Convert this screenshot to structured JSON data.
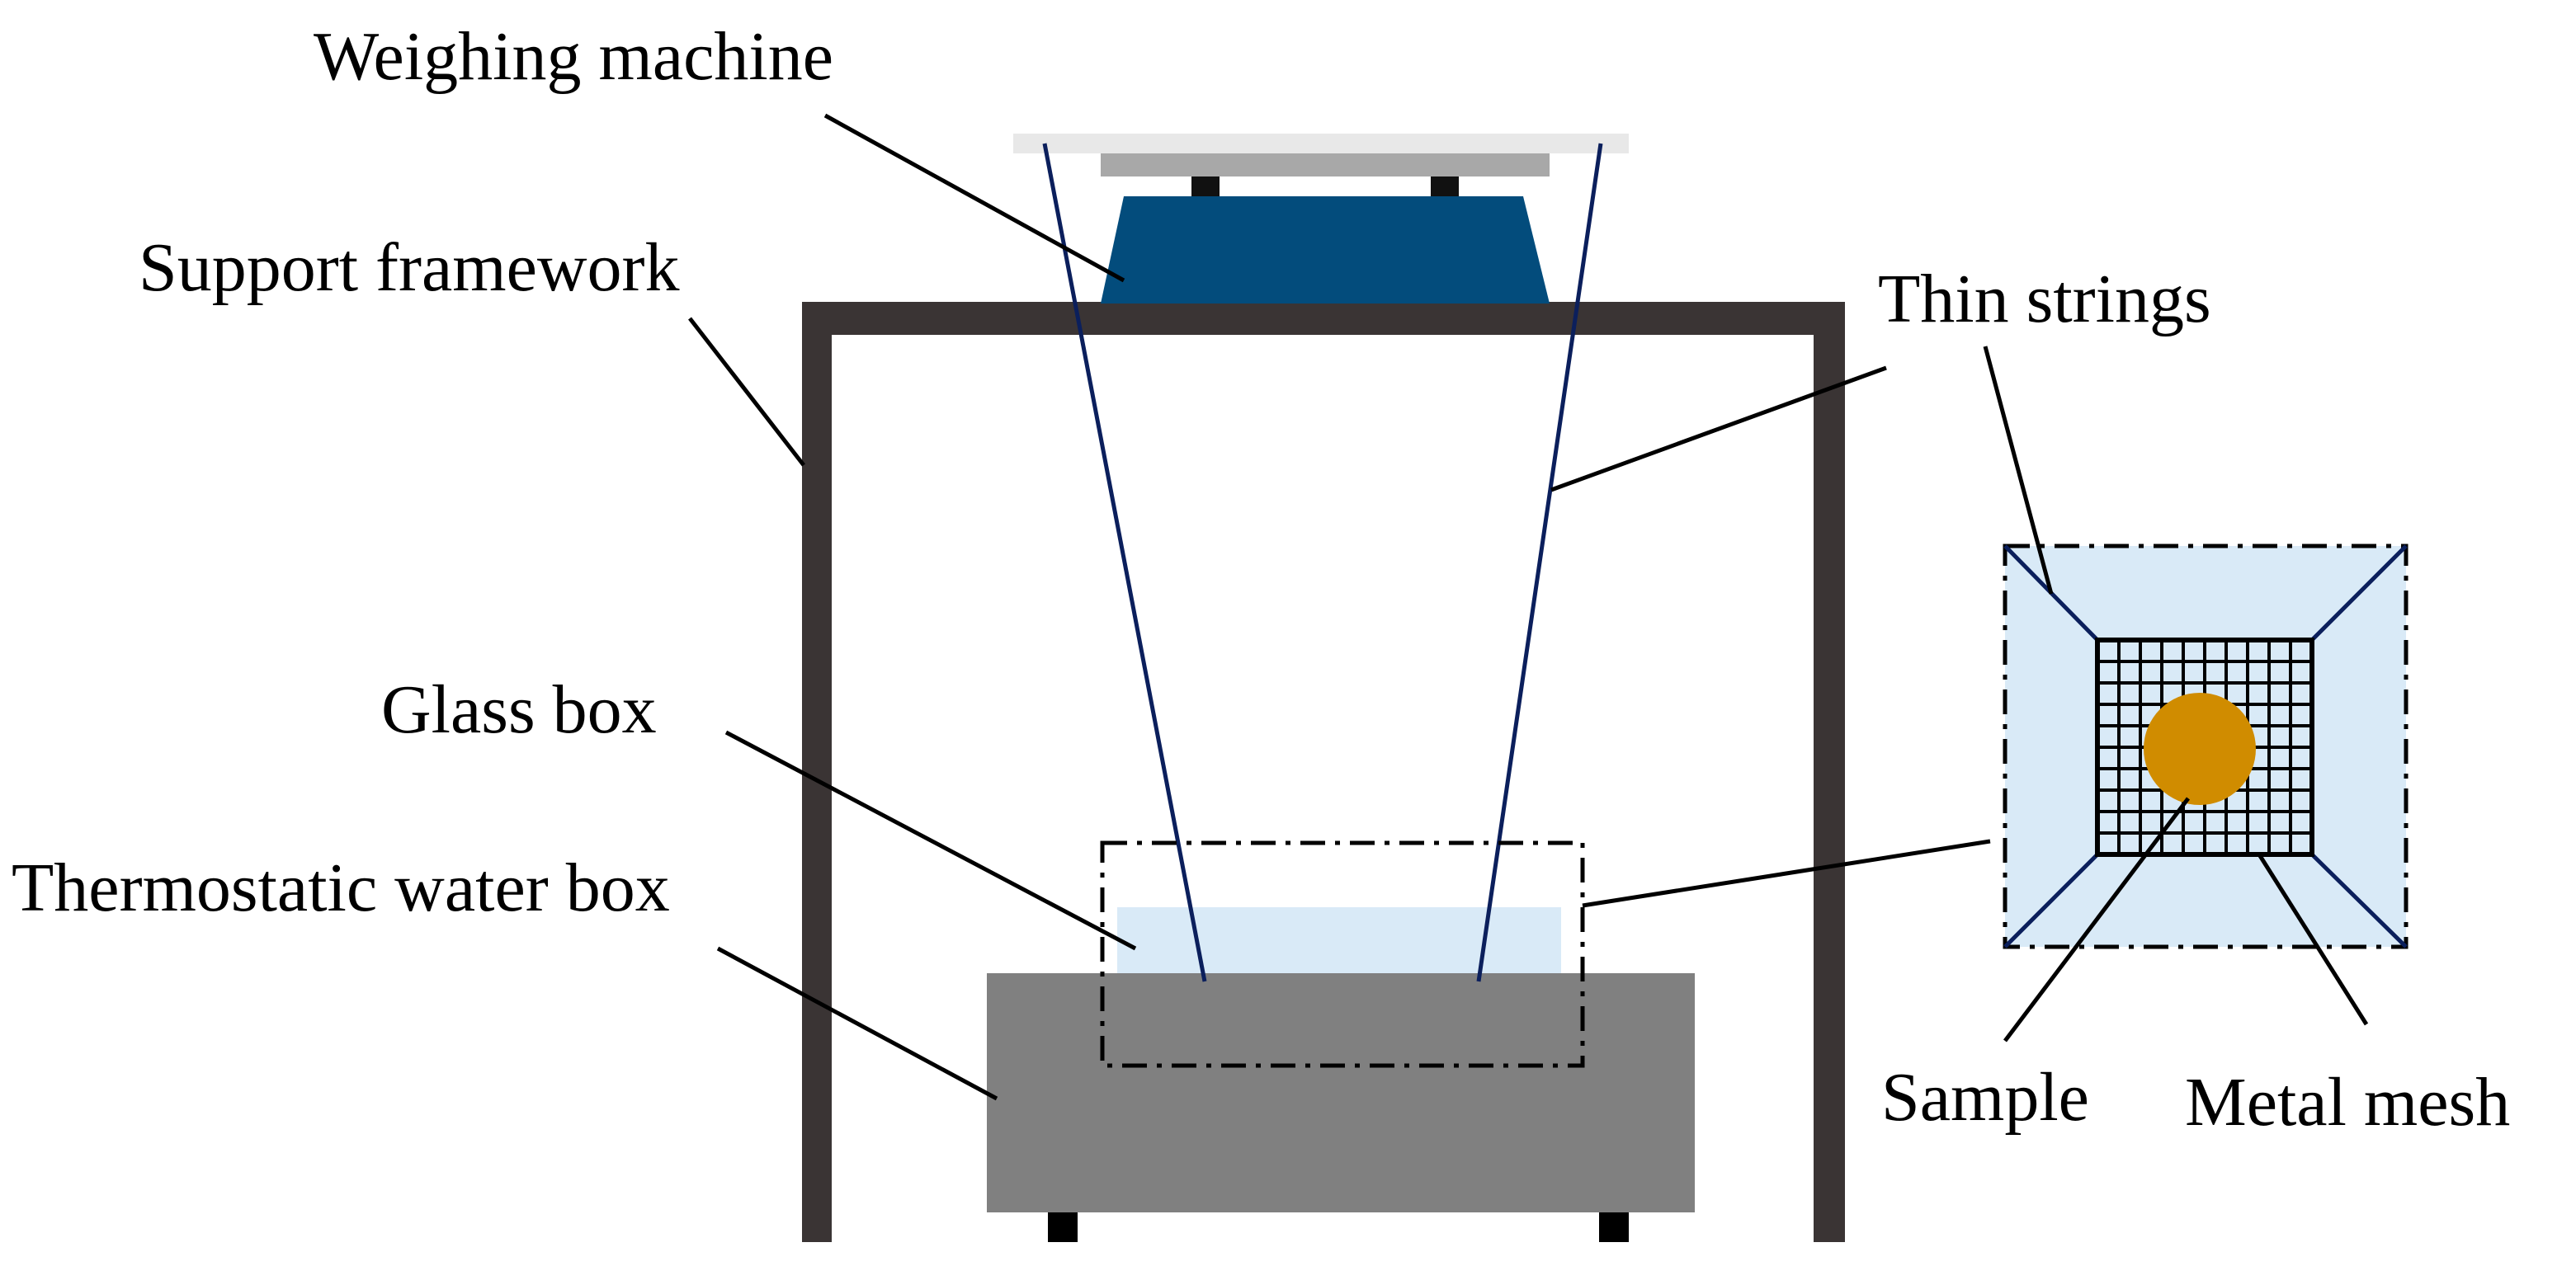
{
  "labels": {
    "weighing_machine": "Weighing  machine",
    "support_framework": "Support  framework",
    "thin_strings": "Thin  strings",
    "glass_box": "Glass  box",
    "thermostatic_water_box": "Thermostatic  water  box",
    "sample": "Sample",
    "metal_mesh": "Metal mesh"
  },
  "colors": {
    "frame": "#3a3434",
    "scale_body": "#034c7c",
    "scale_plate": "#a8a8a8",
    "scale_top": "#e8e8e8",
    "water_box": "#808080",
    "glass": "#d9eaf7",
    "string": "#0b1f5c",
    "sample": "#d08c00",
    "detail_bg": "#d9eaf7"
  }
}
